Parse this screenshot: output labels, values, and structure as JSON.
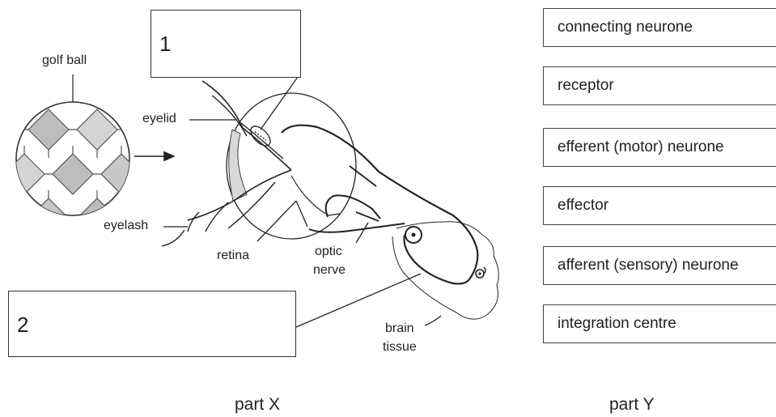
{
  "part_x": {
    "box_labels": [
      "1",
      "2"
    ],
    "labels": {
      "golf_ball": "golf ball",
      "eyelid": "eyelid",
      "eyelash": "eyelash",
      "retina": "retina",
      "optic_nerve_line1": "optic",
      "optic_nerve_line2": "nerve",
      "brain_tissue_line1": "brain",
      "brain_tissue_line2": "tissue"
    },
    "caption": "part X"
  },
  "part_y": {
    "options": [
      "connecting neurone",
      "receptor",
      "efferent (motor) neurone",
      "effector",
      "afferent (sensory) neurone",
      "integration centre"
    ],
    "caption": "part Y"
  }
}
